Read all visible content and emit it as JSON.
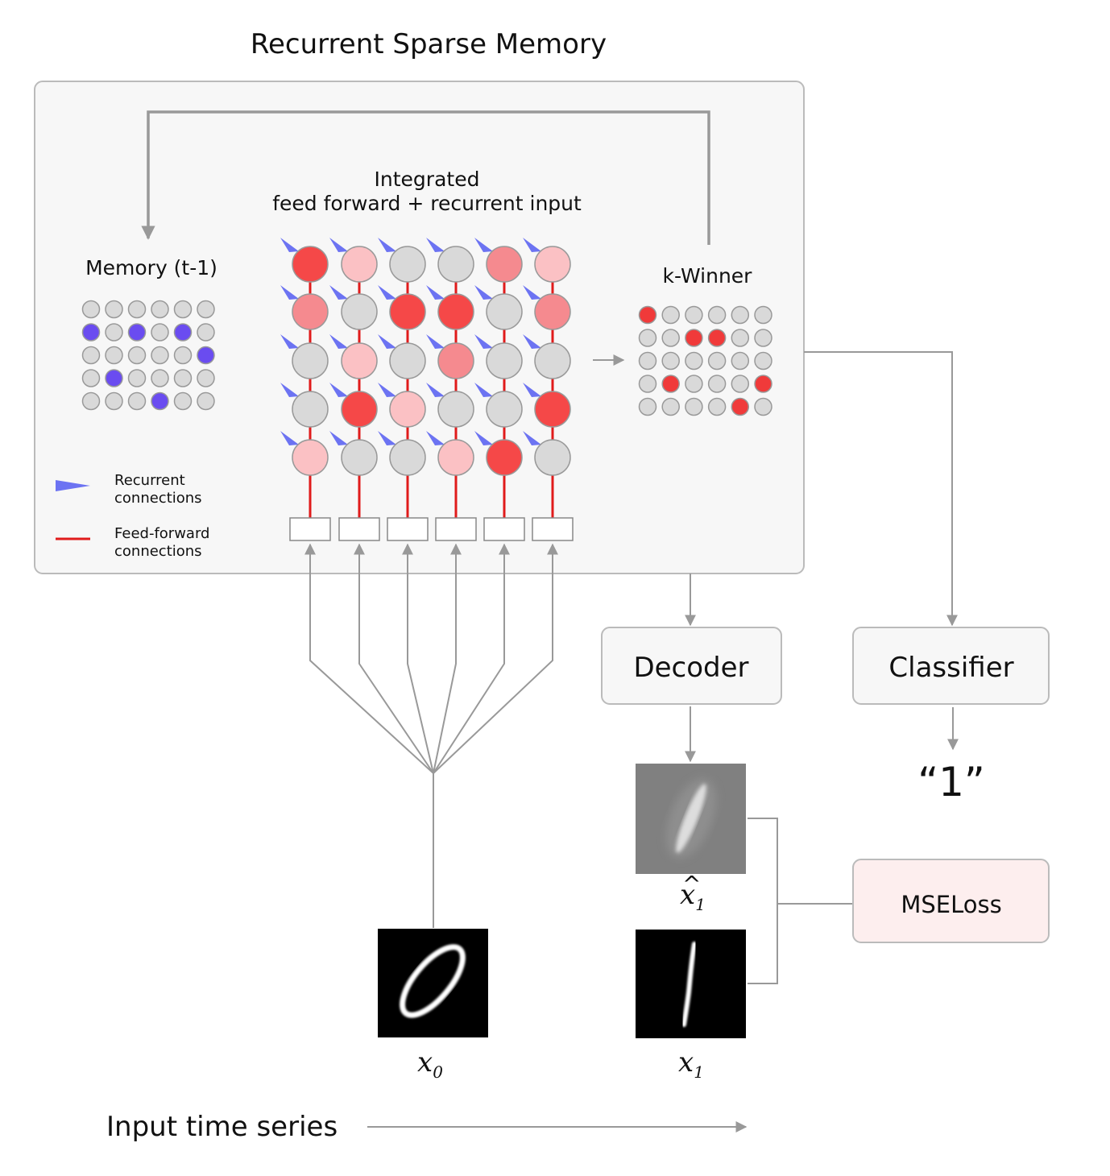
{
  "title": "Recurrent Sparse Memory",
  "integrated_label_line1": "Integrated",
  "integrated_label_line2": "feed forward + recurrent input",
  "memory_label": "Memory (t-1)",
  "kwinner_label": "k-Winner",
  "legend": {
    "recurrent_line1": "Recurrent",
    "recurrent_line2": "connections",
    "feedforward_line1": "Feed-forward",
    "feedforward_line2": "connections"
  },
  "decoder_label": "Decoder",
  "classifier_label": "Classifier",
  "classifier_output": "“1”",
  "loss_label": "MSELoss",
  "input_symbol": "x",
  "input_subscript": "0",
  "target_symbol": "x",
  "target_subscript": "1",
  "recon_symbol": "x",
  "recon_subscript": "1",
  "time_series_label": "Input time series",
  "colors": {
    "inactive": "#d9d9d9",
    "memory_active": "#6a4cf0",
    "winner_active": "#f03a3a",
    "strong": "#f54848",
    "medium": "#f58a8f",
    "weak": "#fbc1c4",
    "feedforward": "#e01b1b",
    "recurrent": "#6c73f2",
    "loss_box": "#fdeeee"
  },
  "memory_grid": [
    [
      0,
      0,
      0,
      0,
      0,
      0
    ],
    [
      1,
      0,
      1,
      0,
      1,
      0
    ],
    [
      0,
      0,
      0,
      0,
      0,
      1
    ],
    [
      0,
      1,
      0,
      0,
      0,
      0
    ],
    [
      0,
      0,
      0,
      1,
      0,
      0
    ]
  ],
  "integrated_grid": [
    [
      3,
      1,
      0,
      0,
      2,
      1
    ],
    [
      2,
      0,
      3,
      3,
      0,
      2
    ],
    [
      0,
      1,
      0,
      2,
      0,
      0
    ],
    [
      0,
      3,
      1,
      0,
      0,
      3
    ],
    [
      1,
      0,
      0,
      1,
      3,
      0
    ]
  ],
  "kwinner_grid": [
    [
      1,
      0,
      0,
      0,
      0,
      0
    ],
    [
      0,
      0,
      1,
      1,
      0,
      0
    ],
    [
      0,
      0,
      0,
      0,
      0,
      0
    ],
    [
      0,
      1,
      0,
      0,
      0,
      1
    ],
    [
      0,
      0,
      0,
      0,
      1,
      0
    ]
  ]
}
